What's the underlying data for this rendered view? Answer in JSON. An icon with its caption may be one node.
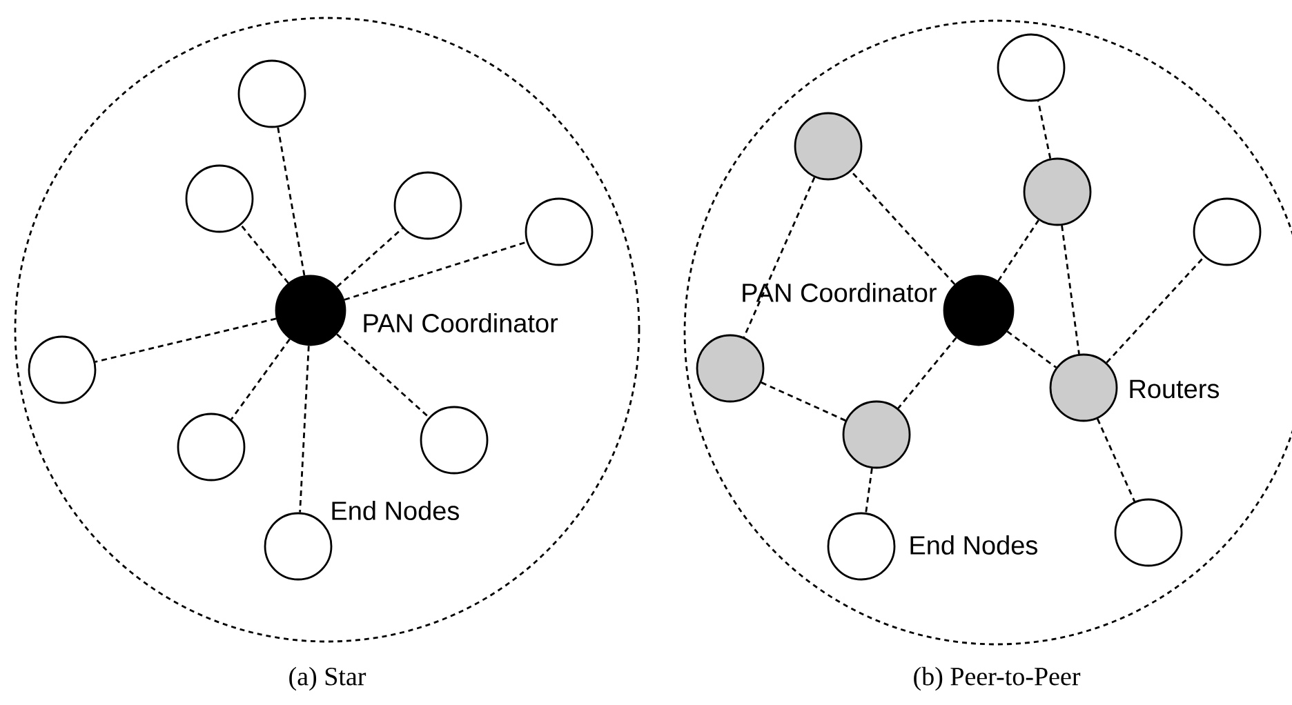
{
  "diagram": {
    "nodes": [
      {
        "text": [],
        "shape": "circle",
        "beside": [
          "(a) Star"
        ]
      },
      {
        "text": [],
        "shape": "circle",
        "in": 0
      },
      {
        "text": [],
        "shape": "circle",
        "in": 0
      },
      {
        "text": [],
        "shape": "circle",
        "in": 0
      },
      {
        "text": [],
        "shape": "circle",
        "in": 0
      },
      {
        "text": [],
        "shape": "circle",
        "in": 0,
        "beside": [
          "PAN Coordinator"
        ]
      },
      {
        "text": [],
        "shape": "circle",
        "in": 0
      },
      {
        "text": [],
        "shape": "circle",
        "in": 0
      },
      {
        "text": [],
        "shape": "circle",
        "in": 0
      },
      {
        "text": [],
        "shape": "circle",
        "in": 0,
        "beside": [
          "End Nodes"
        ]
      },
      {
        "text": [],
        "shape": "circle",
        "beside": [
          "(b) Peer-to-Peer"
        ]
      },
      {
        "text": [],
        "shape": "circle",
        "in": 10
      },
      {
        "text": [],
        "shape": "circle",
        "in": 10
      },
      {
        "text": [],
        "shape": "circle",
        "in": 10
      },
      {
        "text": [],
        "shape": "circle",
        "in": 10
      },
      {
        "text": [],
        "shape": "circle",
        "in": 10,
        "beside": [
          "PAN Coordinator"
        ]
      },
      {
        "text": [],
        "shape": "circle",
        "in": 10
      },
      {
        "text": [],
        "shape": "circle",
        "in": 10,
        "beside": [
          "Routers"
        ]
      },
      {
        "text": [],
        "shape": "circle",
        "in": 10
      },
      {
        "text": [],
        "shape": "circle",
        "in": 10
      },
      {
        "text": [],
        "shape": "circle",
        "in": 10,
        "beside": [
          "End Nodes"
        ]
      }
    ],
    "edges": [
      {
        "from": 5,
        "to": 1,
        "arrow": "none"
      },
      {
        "from": 5,
        "to": 2,
        "arrow": "none"
      },
      {
        "from": 5,
        "to": 3,
        "arrow": "none"
      },
      {
        "from": 5,
        "to": 4,
        "arrow": "none"
      },
      {
        "from": 5,
        "to": 6,
        "arrow": "none"
      },
      {
        "from": 5,
        "to": 7,
        "arrow": "none"
      },
      {
        "from": 5,
        "to": 8,
        "arrow": "none"
      },
      {
        "from": 5,
        "to": 9,
        "arrow": "none"
      },
      {
        "from": 15,
        "to": 12,
        "arrow": "none"
      },
      {
        "from": 15,
        "to": 13,
        "arrow": "none"
      },
      {
        "from": 15,
        "to": 17,
        "arrow": "none"
      },
      {
        "from": 15,
        "to": 18,
        "arrow": "none"
      },
      {
        "from": 12,
        "to": 16,
        "arrow": "none"
      },
      {
        "from": 16,
        "to": 18,
        "arrow": "none"
      },
      {
        "from": 18,
        "to": 20,
        "arrow": "none"
      },
      {
        "from": 13,
        "to": 11,
        "arrow": "none"
      },
      {
        "from": 13,
        "to": 17,
        "arrow": "none"
      },
      {
        "from": 17,
        "to": 14,
        "arrow": "none"
      },
      {
        "from": 17,
        "to": 19,
        "arrow": "none"
      }
    ]
  }
}
